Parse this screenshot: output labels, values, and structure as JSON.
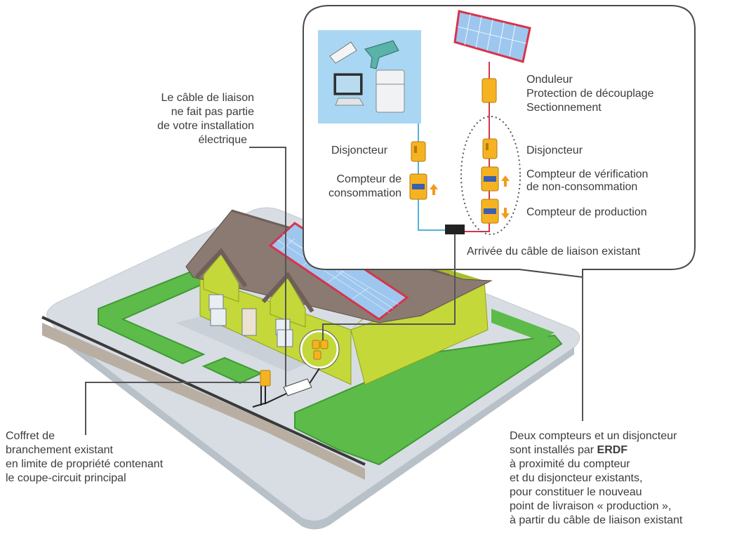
{
  "colors": {
    "ground": "#d7dde3",
    "grass": "#5dbb49",
    "grass_dark": "#3f9a36",
    "road": "#b9aea2",
    "wall": "#c4d83a",
    "wall_shade": "#a9bf2a",
    "roof": "#8a7a72",
    "roof_dark": "#6f5f58",
    "panel_fill": "#9ec7ef",
    "panel_border": "#d8334b",
    "appliance_bg": "#a9d6f3",
    "meter_yellow": "#f6b321",
    "meter_blue": "#3a5fb1",
    "arrow_orange": "#f39a1e",
    "cable_blue": "#55b3d9",
    "cable_red": "#d8334b",
    "leader": "#555555"
  },
  "callout_left": {
    "lines": [
      "Le câble de liaison",
      "ne fait pas partie",
      "de votre installation",
      "électrique"
    ]
  },
  "diagram": {
    "disjoncteur_left": "Disjoncteur",
    "compteur_conso_line1": "Compteur de",
    "compteur_conso_line2": "consommation",
    "onduleur": "Onduleur",
    "protection": "Protection de découplage",
    "sectionnement": "Sectionnement",
    "disjoncteur_right": "Disjoncteur",
    "verif_line1": "Compteur de vérification",
    "verif_line2": "de non-consommation",
    "production": "Compteur de production",
    "arrivee": "Arrivée du câble de liaison existant"
  },
  "coffret": {
    "lines": [
      "Coffret de",
      "branchement existant",
      "en limite de propriété contenant",
      "le coupe-circuit principal"
    ]
  },
  "bottom_right": {
    "line1": "Deux compteurs et un disjoncteur",
    "line2_prefix": "sont installés par ",
    "line2_brand": "ERDF",
    "line3": "à proximité du compteur",
    "line4": "et du disjoncteur existants,",
    "line5": "pour constituer le nouveau",
    "line6": "point de livraison « production »,",
    "line7": "à partir du câble de liaison existant"
  }
}
